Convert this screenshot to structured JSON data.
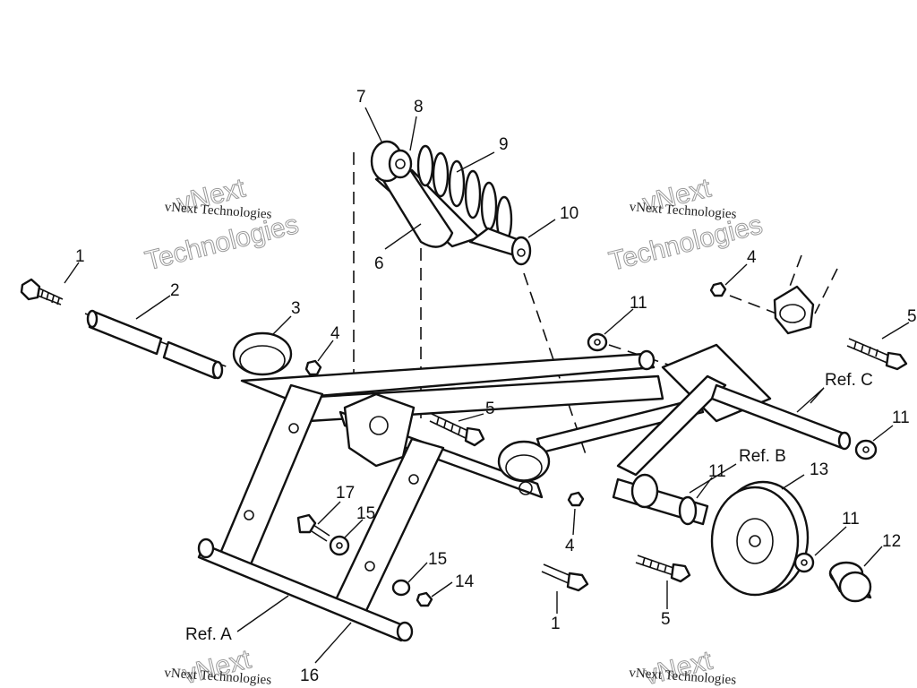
{
  "callouts": {
    "c7": "7",
    "c8": "8",
    "c9": "9",
    "c10": "10",
    "c6": "6",
    "c1a": "1",
    "c2": "2",
    "c3": "3",
    "c4a": "4",
    "c5a": "5",
    "c4b": "4",
    "c5b": "5",
    "c11a": "11",
    "c11b": "11",
    "c11c": "11",
    "c11d": "11",
    "c13": "13",
    "c12": "12",
    "c17": "17",
    "c15a": "15",
    "c15b": "15",
    "c14": "14",
    "c4c": "4",
    "c1b": "1",
    "c5c": "5",
    "c16": "16"
  },
  "refs": {
    "ref_a": "Ref. A",
    "ref_b": "Ref. B",
    "ref_c": "Ref. C"
  },
  "watermark": {
    "line1": "vNext Technologies",
    "line2": "vNext",
    "line3": "Technologies"
  },
  "colors": {
    "ink": "#111111",
    "watermark": "#999999"
  }
}
